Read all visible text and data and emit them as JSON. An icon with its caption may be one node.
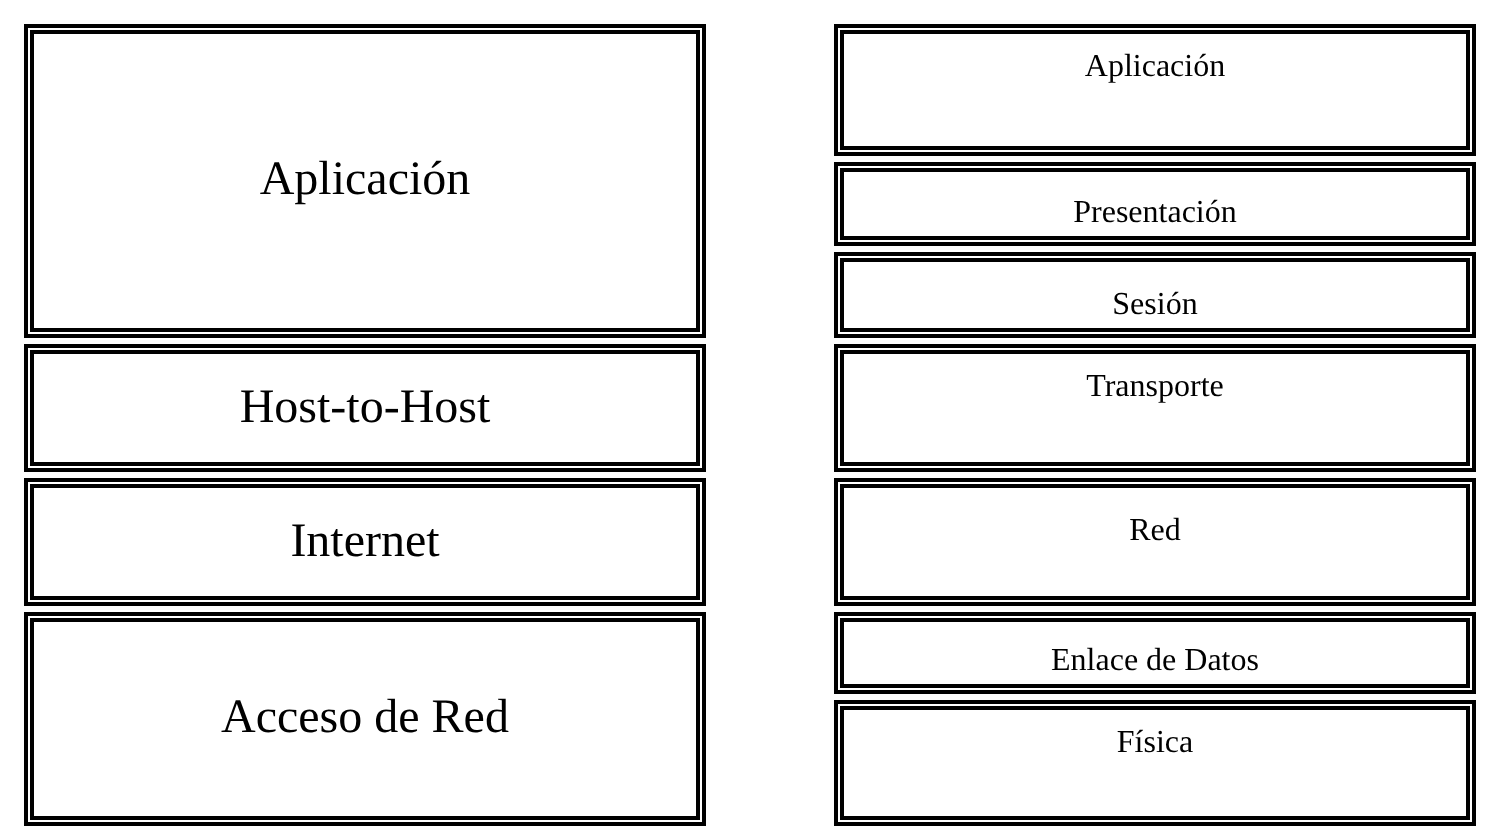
{
  "diagram": {
    "nodes": [
      {
        "text": [
          "Aplicación"
        ]
      },
      {
        "text": [
          "Host-to-Host"
        ]
      },
      {
        "text": [
          "Internet"
        ]
      },
      {
        "text": [
          "Acceso de Red"
        ]
      },
      {
        "text": [
          "Aplicación"
        ]
      },
      {
        "text": [
          "Presentación"
        ]
      },
      {
        "text": [
          "Sesión"
        ]
      },
      {
        "text": [
          "Transporte"
        ]
      },
      {
        "text": [
          "Red"
        ]
      },
      {
        "text": [
          "Enlace de Datos"
        ]
      },
      {
        "text": [
          "Física"
        ]
      }
    ]
  }
}
